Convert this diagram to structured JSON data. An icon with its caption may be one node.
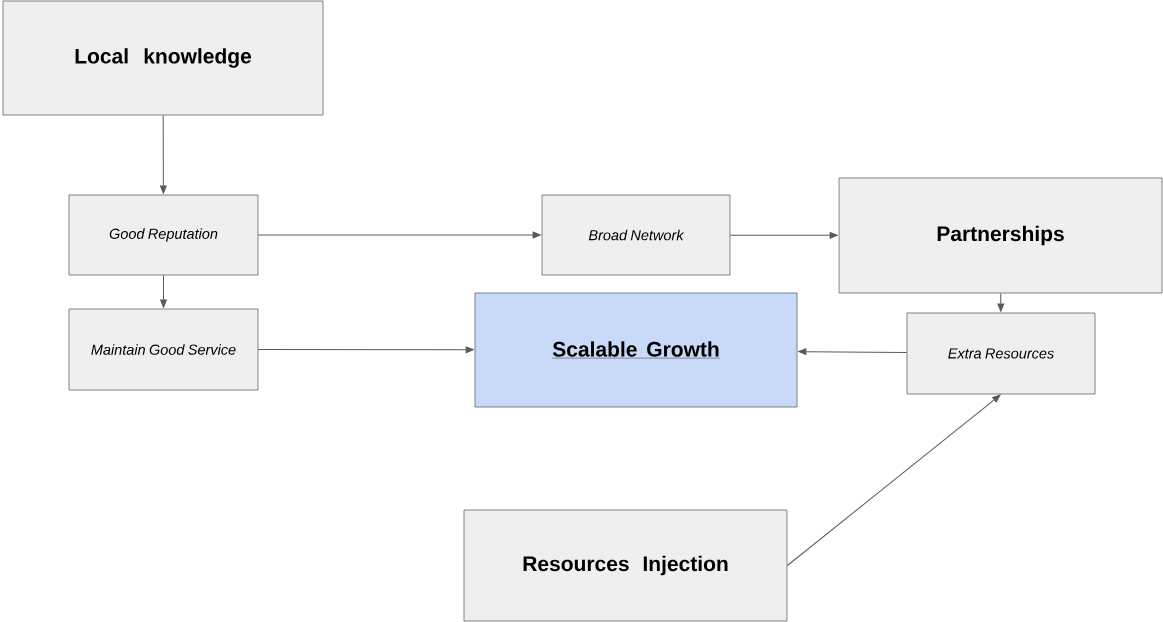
{
  "diagram": {
    "nodes": [
      {
        "text": [
          "Local knowledge"
        ]
      },
      {
        "text": [
          "Good Reputation"
        ]
      },
      {
        "text": [
          "Broad Network"
        ]
      },
      {
        "text": [
          "Partnerships"
        ]
      },
      {
        "text": [
          "Maintain Good Service"
        ]
      },
      {
        "text": [
          "Scalable Growth"
        ]
      },
      {
        "text": [
          "Extra Resources"
        ]
      },
      {
        "text": [
          "Resources Injection"
        ]
      }
    ],
    "edges": [
      {
        "from": 0,
        "to": 1,
        "arrow": "to"
      },
      {
        "from": 1,
        "to": 2,
        "arrow": "to"
      },
      {
        "from": 2,
        "to": 3,
        "arrow": "to"
      },
      {
        "from": 1,
        "to": 4,
        "arrow": "to"
      },
      {
        "from": 4,
        "to": 5,
        "arrow": "to"
      },
      {
        "from": 3,
        "to": 6,
        "arrow": "to"
      },
      {
        "from": 6,
        "to": 5,
        "arrow": "to"
      },
      {
        "from": 7,
        "to": 6,
        "arrow": "to"
      }
    ]
  }
}
